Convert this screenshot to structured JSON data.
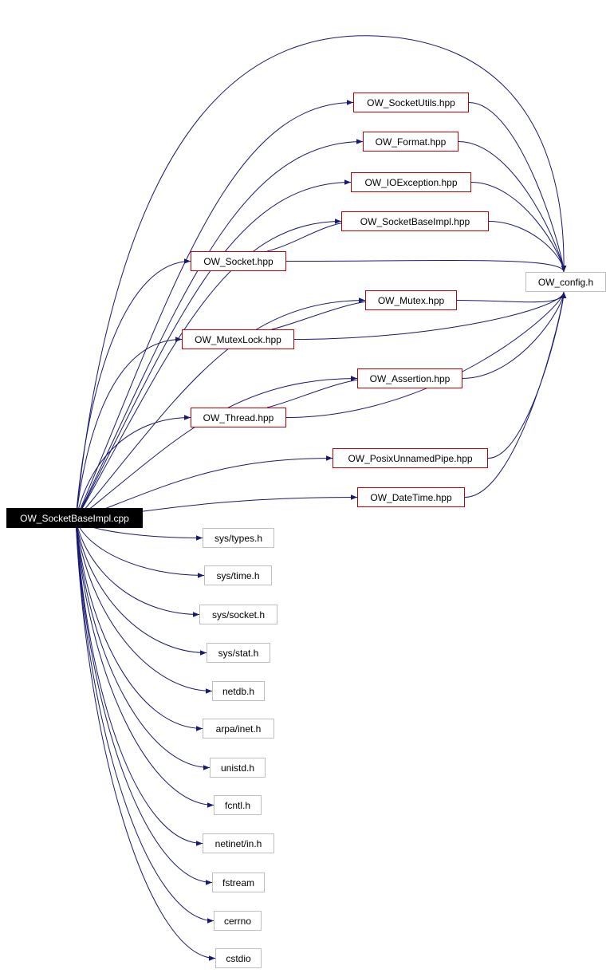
{
  "diagram": {
    "type": "include-dependency-graph",
    "edge_color": "#191970",
    "colors": {
      "root_fill": "#000000",
      "root_text": "#ffffff",
      "project_header_border": "#c00000",
      "system_header_border": "#bfbfbf"
    },
    "nodes": [
      {
        "id": "root",
        "label": "OW_SocketBaseImpl.cpp",
        "kind": "root"
      },
      {
        "id": "socketutils",
        "label": "OW_SocketUtils.hpp",
        "kind": "local"
      },
      {
        "id": "format",
        "label": "OW_Format.hpp",
        "kind": "local"
      },
      {
        "id": "ioexception",
        "label": "OW_IOException.hpp",
        "kind": "local"
      },
      {
        "id": "socketbaseimpl",
        "label": "OW_SocketBaseImpl.hpp",
        "kind": "local"
      },
      {
        "id": "socket",
        "label": "OW_Socket.hpp",
        "kind": "local"
      },
      {
        "id": "config",
        "label": "OW_config.h",
        "kind": "system"
      },
      {
        "id": "mutex",
        "label": "OW_Mutex.hpp",
        "kind": "local"
      },
      {
        "id": "mutexlock",
        "label": "OW_MutexLock.hpp",
        "kind": "local"
      },
      {
        "id": "assertion",
        "label": "OW_Assertion.hpp",
        "kind": "local"
      },
      {
        "id": "thread",
        "label": "OW_Thread.hpp",
        "kind": "local"
      },
      {
        "id": "pipe",
        "label": "OW_PosixUnnamedPipe.hpp",
        "kind": "local"
      },
      {
        "id": "datetime",
        "label": "OW_DateTime.hpp",
        "kind": "local"
      },
      {
        "id": "types",
        "label": "sys/types.h",
        "kind": "system"
      },
      {
        "id": "time",
        "label": "sys/time.h",
        "kind": "system"
      },
      {
        "id": "syssocket",
        "label": "sys/socket.h",
        "kind": "system"
      },
      {
        "id": "stat",
        "label": "sys/stat.h",
        "kind": "system"
      },
      {
        "id": "netdb",
        "label": "netdb.h",
        "kind": "system"
      },
      {
        "id": "inet",
        "label": "arpa/inet.h",
        "kind": "system"
      },
      {
        "id": "unistd",
        "label": "unistd.h",
        "kind": "system"
      },
      {
        "id": "fcntl",
        "label": "fcntl.h",
        "kind": "system"
      },
      {
        "id": "netinet",
        "label": "netinet/in.h",
        "kind": "system"
      },
      {
        "id": "fstream",
        "label": "fstream",
        "kind": "system"
      },
      {
        "id": "cerrno",
        "label": "cerrno",
        "kind": "system"
      },
      {
        "id": "cstdio",
        "label": "cstdio",
        "kind": "system"
      }
    ],
    "edges": [
      [
        "root",
        "config"
      ],
      [
        "root",
        "socketutils"
      ],
      [
        "root",
        "format"
      ],
      [
        "root",
        "ioexception"
      ],
      [
        "root",
        "socketbaseimpl"
      ],
      [
        "root",
        "socket"
      ],
      [
        "root",
        "mutex"
      ],
      [
        "root",
        "mutexlock"
      ],
      [
        "root",
        "assertion"
      ],
      [
        "root",
        "thread"
      ],
      [
        "root",
        "pipe"
      ],
      [
        "root",
        "datetime"
      ],
      [
        "root",
        "types"
      ],
      [
        "root",
        "time"
      ],
      [
        "root",
        "syssocket"
      ],
      [
        "root",
        "stat"
      ],
      [
        "root",
        "netdb"
      ],
      [
        "root",
        "inet"
      ],
      [
        "root",
        "unistd"
      ],
      [
        "root",
        "fcntl"
      ],
      [
        "root",
        "netinet"
      ],
      [
        "root",
        "fstream"
      ],
      [
        "root",
        "cerrno"
      ],
      [
        "root",
        "cstdio"
      ],
      [
        "socketutils",
        "config"
      ],
      [
        "format",
        "config"
      ],
      [
        "ioexception",
        "config"
      ],
      [
        "socketbaseimpl",
        "config"
      ],
      [
        "socket",
        "socketbaseimpl"
      ],
      [
        "socket",
        "config"
      ],
      [
        "mutex",
        "config"
      ],
      [
        "mutexlock",
        "mutex"
      ],
      [
        "mutexlock",
        "config"
      ],
      [
        "assertion",
        "config"
      ],
      [
        "thread",
        "assertion"
      ],
      [
        "thread",
        "config"
      ],
      [
        "pipe",
        "config"
      ],
      [
        "datetime",
        "config"
      ]
    ]
  }
}
